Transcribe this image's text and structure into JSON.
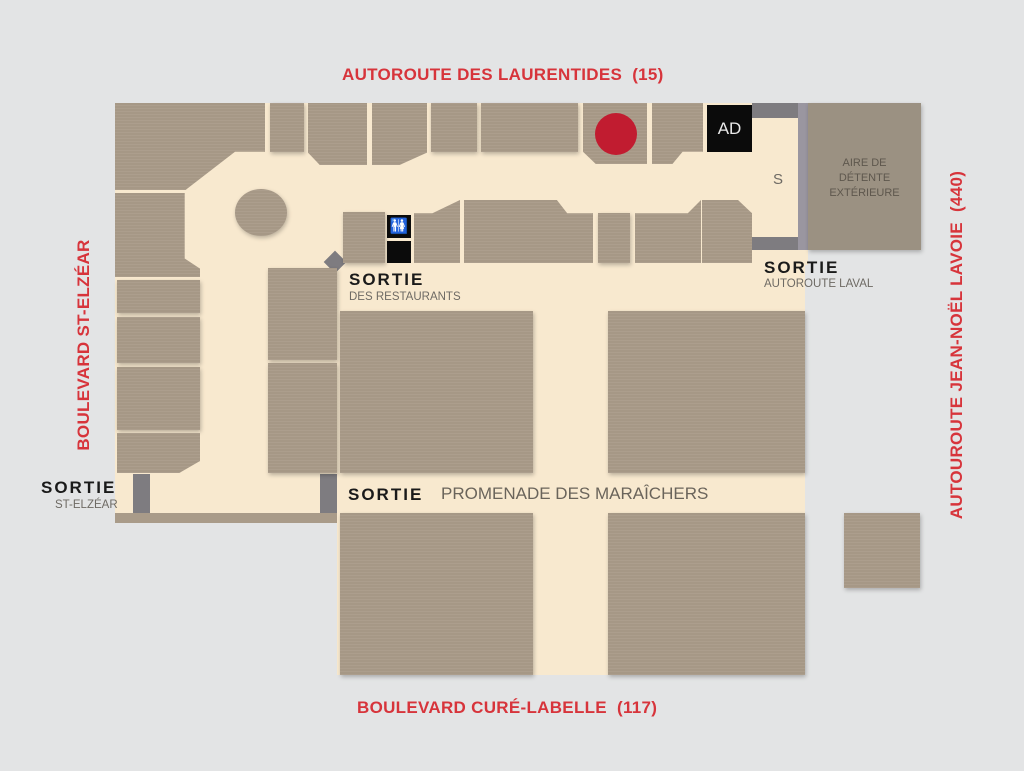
{
  "roads": {
    "north": "AUTOROUTE DES LAURENTIDES",
    "north_num": "(15)",
    "west": "BOULEVARD ST-ELZÉAR",
    "east": "AUTOUROUTE JEAN-NOËL LAVOIE",
    "east_num": "(440)",
    "south": "BOULEVARD CURÉ-LABELLE",
    "south_num": "(117)"
  },
  "exits": [
    {
      "title": "SORTIE",
      "sub": "DES RESTAURANTS"
    },
    {
      "title": "SORTIE",
      "sub": "AUTOROUTE LAVAL"
    },
    {
      "title": "SORTIE",
      "sub": "ST-ELZÉAR"
    },
    {
      "title": "SORTIE",
      "sub": "PROMENADE DES MARAÎCHERS"
    }
  ],
  "poi": {
    "atm_label": "AD",
    "stairs_label": "S",
    "terrace_label": "AIRE DE DÉTENTE EXTÉRIEURE",
    "you_are_here_color": "#c11c30"
  },
  "colors": {
    "road_label": "#d7343b",
    "store": "#a99b89",
    "corridor": "#f8e9cf"
  }
}
